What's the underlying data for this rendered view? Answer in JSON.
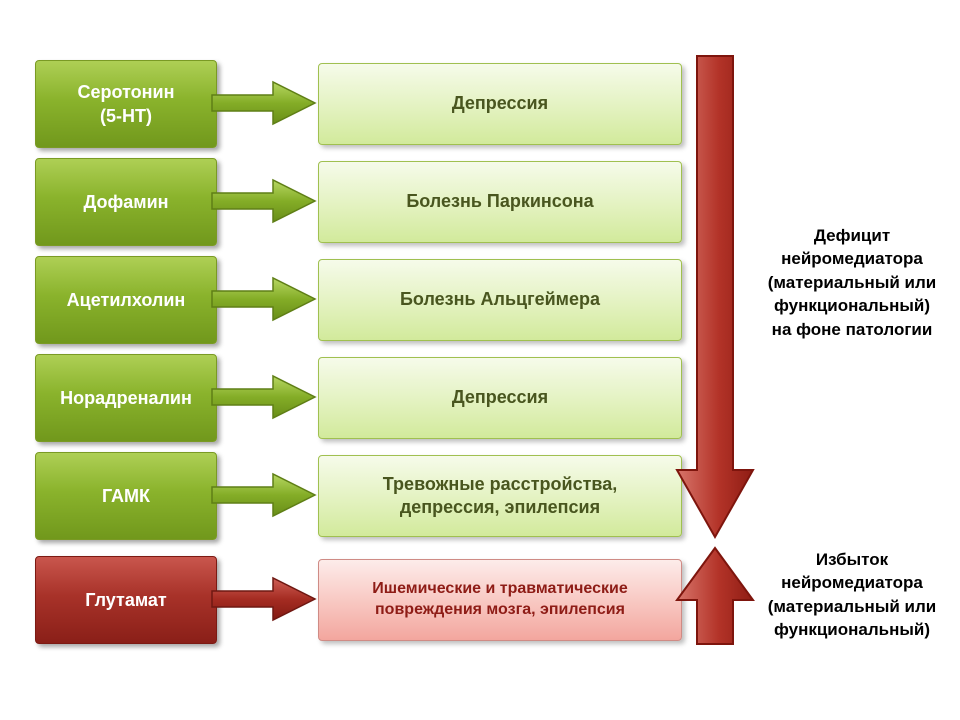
{
  "title": "Neurotransmitter deficit and excess diagram",
  "colors": {
    "green_box": "#8ab32c",
    "light_green_box": "#e3f2c0",
    "red_box": "#a83229",
    "pink_box": "#f8c6c0",
    "arrow_red": "#b33328"
  },
  "rows": [
    {
      "source": "Серотонин\n(5-HT)",
      "target": "Депрессия",
      "theme": "green"
    },
    {
      "source": "Дофамин",
      "target": "Болезнь Паркинсона",
      "theme": "green"
    },
    {
      "source": "Ацетилхолин",
      "target": "Болезнь Альцгеймера",
      "theme": "green"
    },
    {
      "source": "Норадреналин",
      "target": "Депрессия",
      "theme": "green"
    },
    {
      "source": "ГАМК",
      "target": "Тревожные расстройства,\nдепрессия, эпилепсия",
      "theme": "green"
    },
    {
      "source": "Глутамат",
      "target": "Ишемические и травматические\nповреждения мозга, эпилепсия",
      "theme": "red"
    }
  ],
  "annotations": {
    "deficit": "Дефицит\nнейромедиатора\n(материальный или\nфункциональный)\nна фоне патологии",
    "excess": "Избыток\nнейромедиатора\n(материальный или\nфункциональный)"
  }
}
